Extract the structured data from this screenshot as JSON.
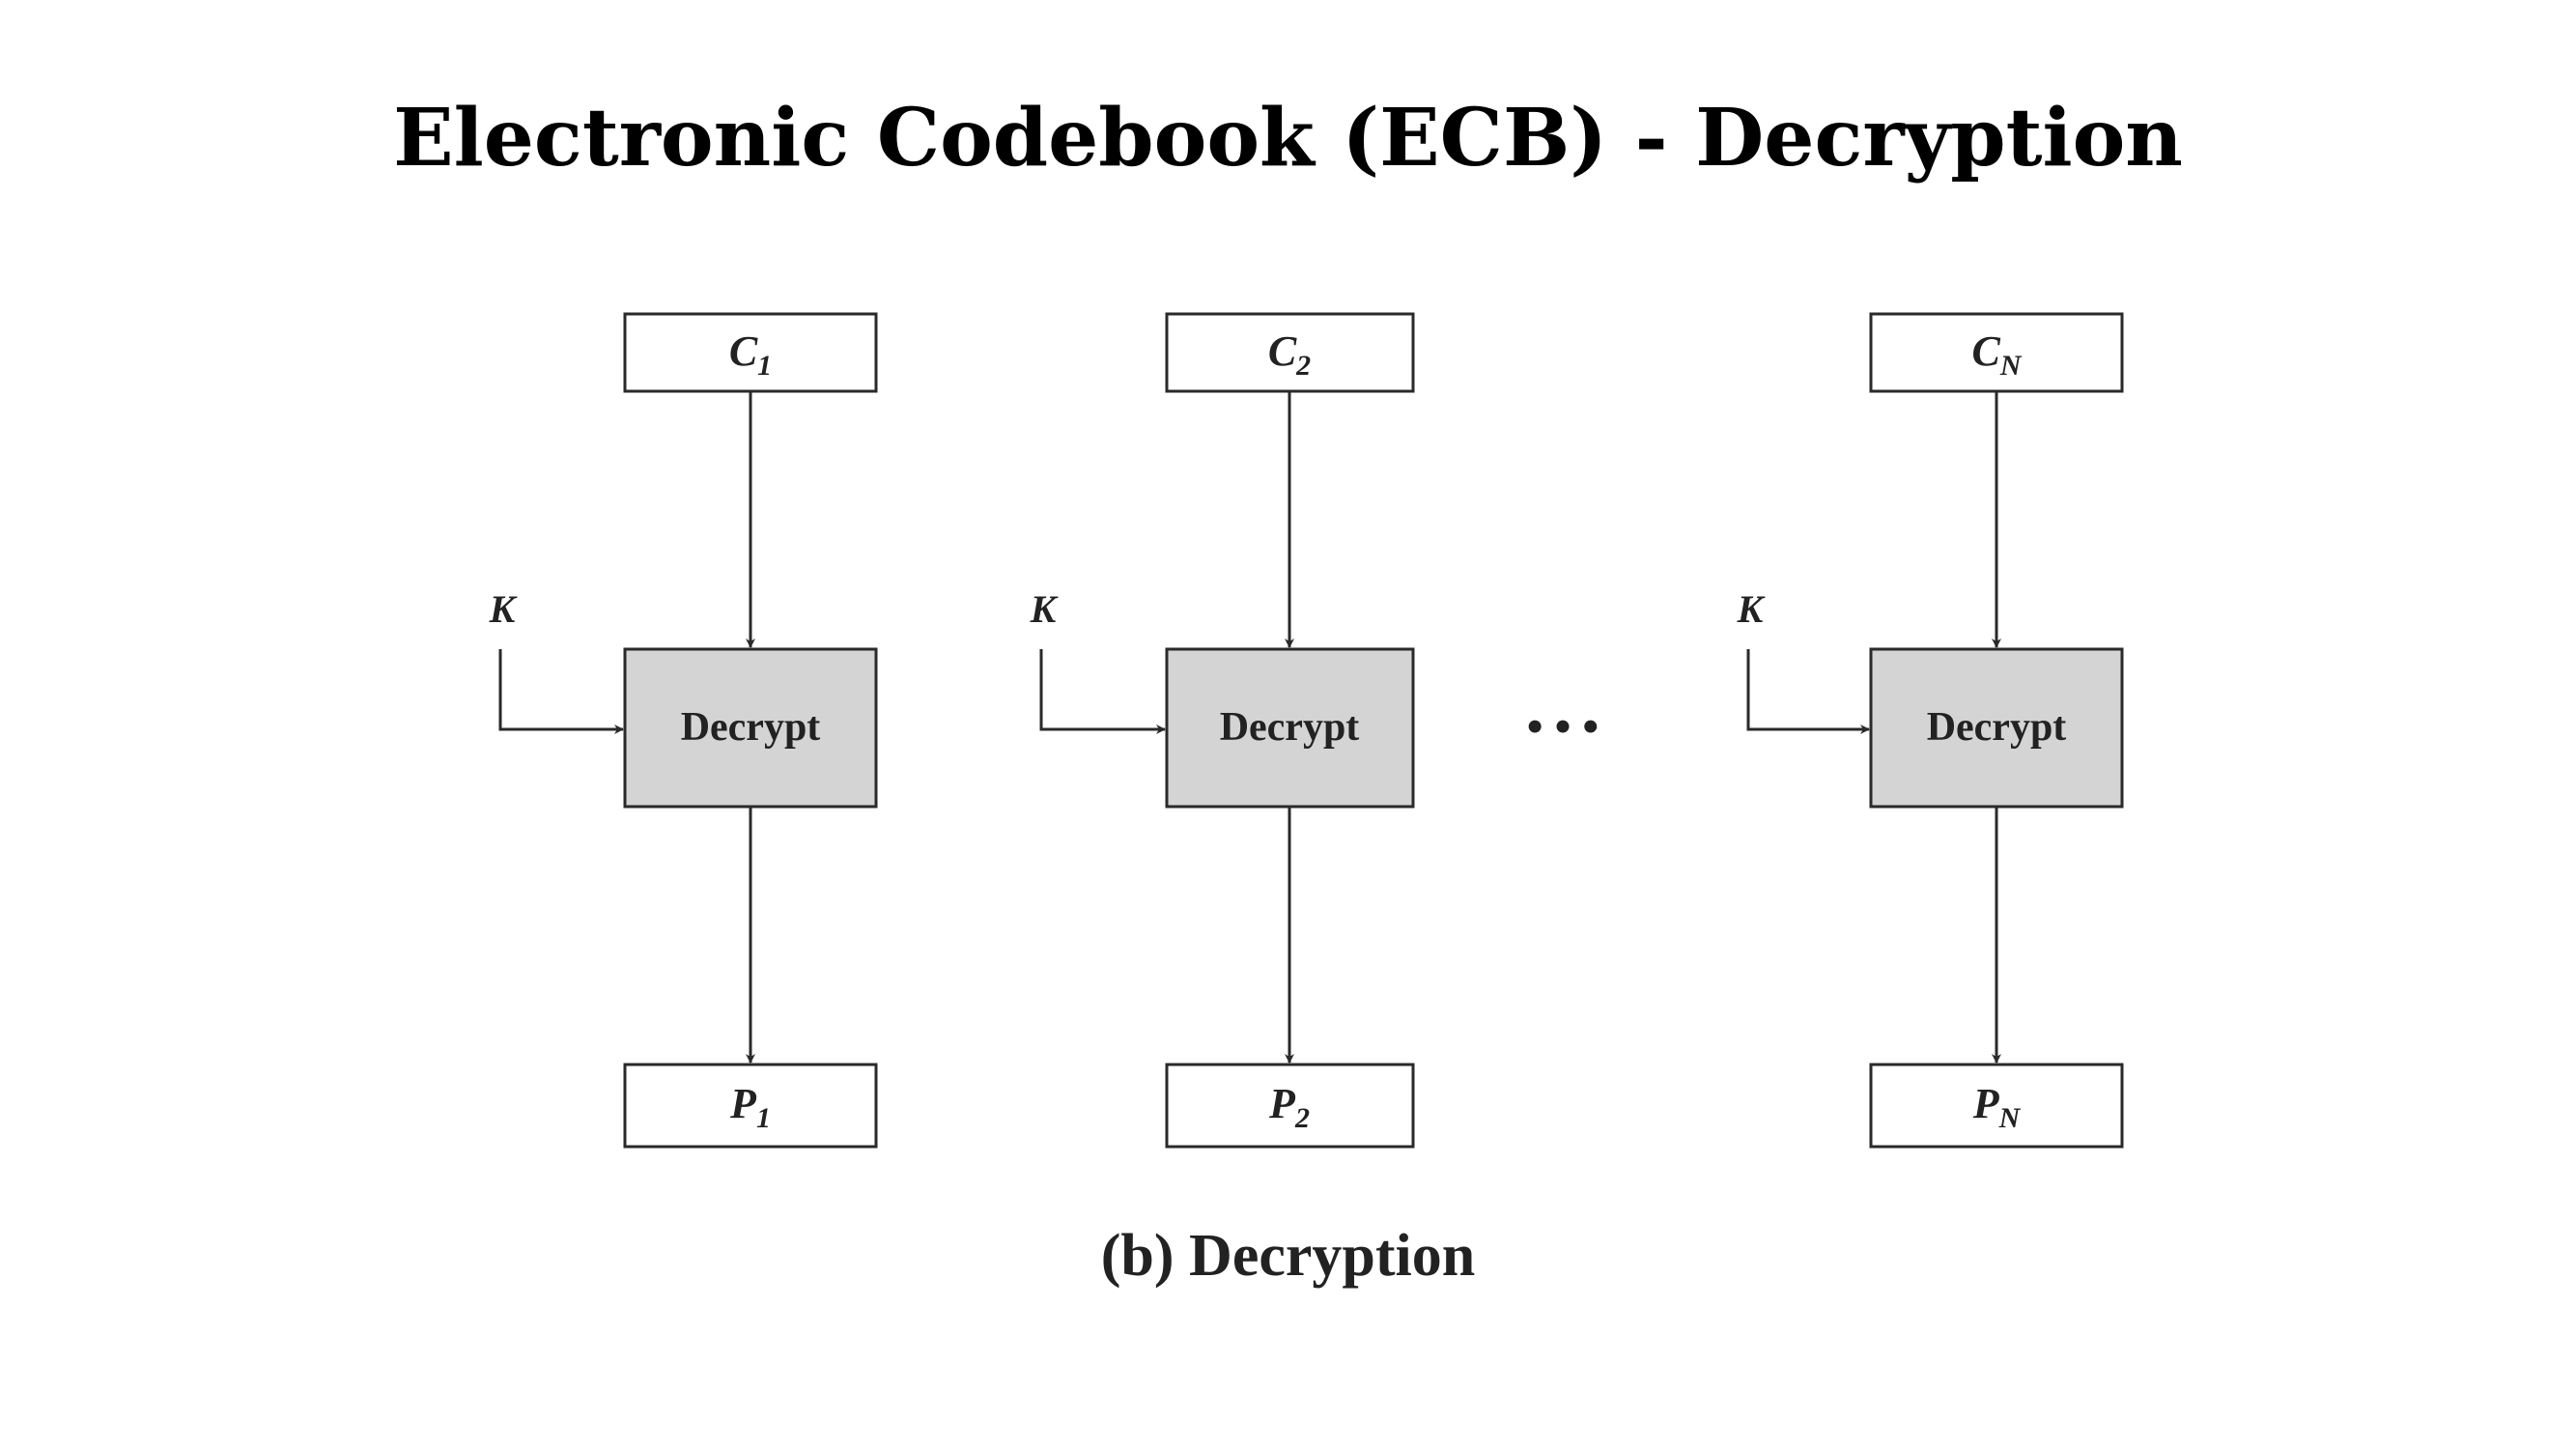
{
  "title": "Electronic Codebook (ECB) - Decryption",
  "caption": "(b) Decryption",
  "colors": {
    "process_fill": "#d4d4d4",
    "stroke": "#2a2a2a",
    "text": "#222222"
  },
  "columns": [
    {
      "input": {
        "base": "C",
        "sub": "1"
      },
      "key": "K",
      "process": "Decrypt",
      "output": {
        "base": "P",
        "sub": "1"
      }
    },
    {
      "input": {
        "base": "C",
        "sub": "2"
      },
      "key": "K",
      "process": "Decrypt",
      "output": {
        "base": "P",
        "sub": "2"
      }
    },
    {
      "input": {
        "base": "C",
        "sub": "N"
      },
      "key": "K",
      "process": "Decrypt",
      "output": {
        "base": "P",
        "sub": "N"
      }
    }
  ],
  "ellipsis": "• • •"
}
